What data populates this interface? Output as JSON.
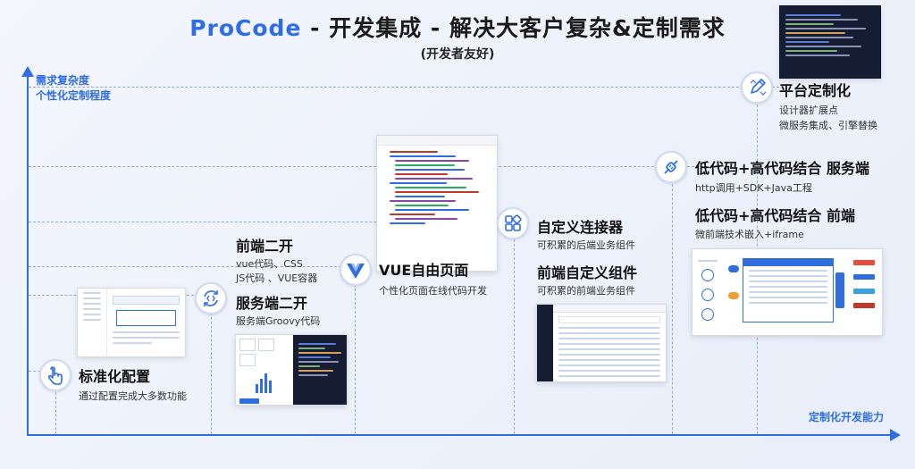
{
  "header": {
    "brand": "ProCode",
    "title_rest": " - 开发集成 - 解决大客户复杂&定制需求",
    "subtitle": "(开发者友好)"
  },
  "axes": {
    "y_label_line1": "需求复杂度",
    "y_label_line2": "个性化定制程度",
    "x_label": "定制化开发能力"
  },
  "items": {
    "standard": {
      "title": "标准化配置",
      "desc": "通过配置完成大多数功能"
    },
    "frontend2": {
      "title": "前端二开",
      "desc1": "vue代码、CSS",
      "desc2": "JS代码 、VUE容器"
    },
    "service2": {
      "title": "服务端二开",
      "desc": "服务端Groovy代码"
    },
    "vue_page": {
      "title": "VUE自由页面",
      "desc": "个性化页面在线代码开发"
    },
    "connector": {
      "title": "自定义连接器",
      "desc": "可积累的后端业务组件"
    },
    "frontend_component": {
      "title": "前端自定义组件",
      "desc": "可积累的前端业务组件"
    },
    "lowcode_service": {
      "title": "低代码+高代码结合 服务端",
      "desc": "http调用+SDK+Java工程"
    },
    "lowcode_frontend": {
      "title": "低代码+高代码结合 前端",
      "desc": "微前端技术嵌入+iframe"
    },
    "platform": {
      "title": "平台定制化",
      "desc1": "设计器扩展点",
      "desc2": "微服务集成、引擎替换"
    }
  },
  "colors": {
    "accent": "#2f6de0",
    "axis": "#2f6de0",
    "text": "#111111"
  },
  "icons": [
    "pointer-icon",
    "code-refresh-icon",
    "vue-logo-icon",
    "blocks-icon",
    "plug-icon",
    "pencil-ruler-icon"
  ]
}
